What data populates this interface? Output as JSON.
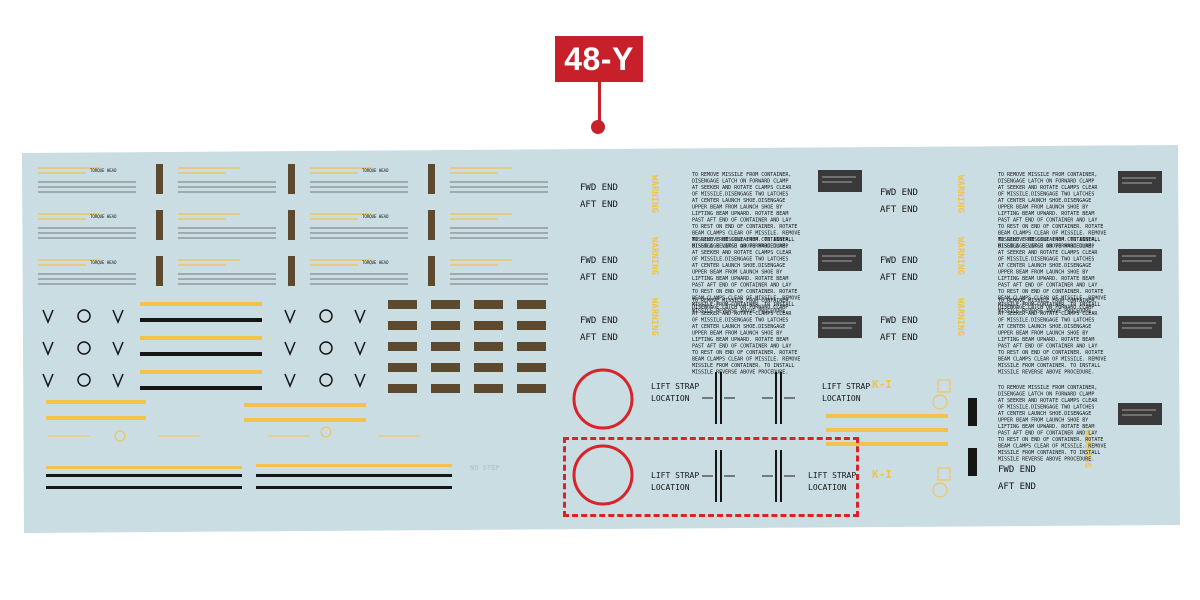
{
  "callout": {
    "label": "48-Y",
    "color": "#c8202a"
  },
  "sheet": {
    "background": "#c9dde3",
    "colors": {
      "yellow": "#f2c24a",
      "black": "#161616",
      "brown": "#5d4a2e",
      "red": "#d8232a"
    },
    "stencils": {
      "fwd_end": "FWD END",
      "aft_end": "AFT END",
      "warning": "WARNING",
      "lift_strap": "LIFT STRAP",
      "location": "LOCATION",
      "torque_head": "TORQUE HEAD",
      "no_step": "NO STEP",
      "kl_mark": "K-I",
      "instruction_lines": [
        "TO REMOVE MISSILE FROM CONTAINER,",
        "DISENGAGE LATCH ON FORWARD CLAMP",
        "AT SEEKER AND ROTATE CLAMPS CLEAR",
        "OF MISSILE.DISENGAGE TWO LATCHES",
        "AT CENTER LAUNCH SHOE.DISENGAGE",
        "UPPER BEAM FROM LAUNCH SHOE BY",
        "LIFTING BEAM UPWARD. ROTATE BEAM",
        "PAST AFT END OF CONTAINER AND LAY",
        "TO REST ON END OF CONTAINER. ROTATE",
        "BEAM CLAMPS CLEAR OF MISSILE. REMOVE",
        "MISSILE FROM CONTAINER. TO INSTALL",
        "MISSILE REVERSE ABOVE PROCEDURE."
      ]
    }
  }
}
